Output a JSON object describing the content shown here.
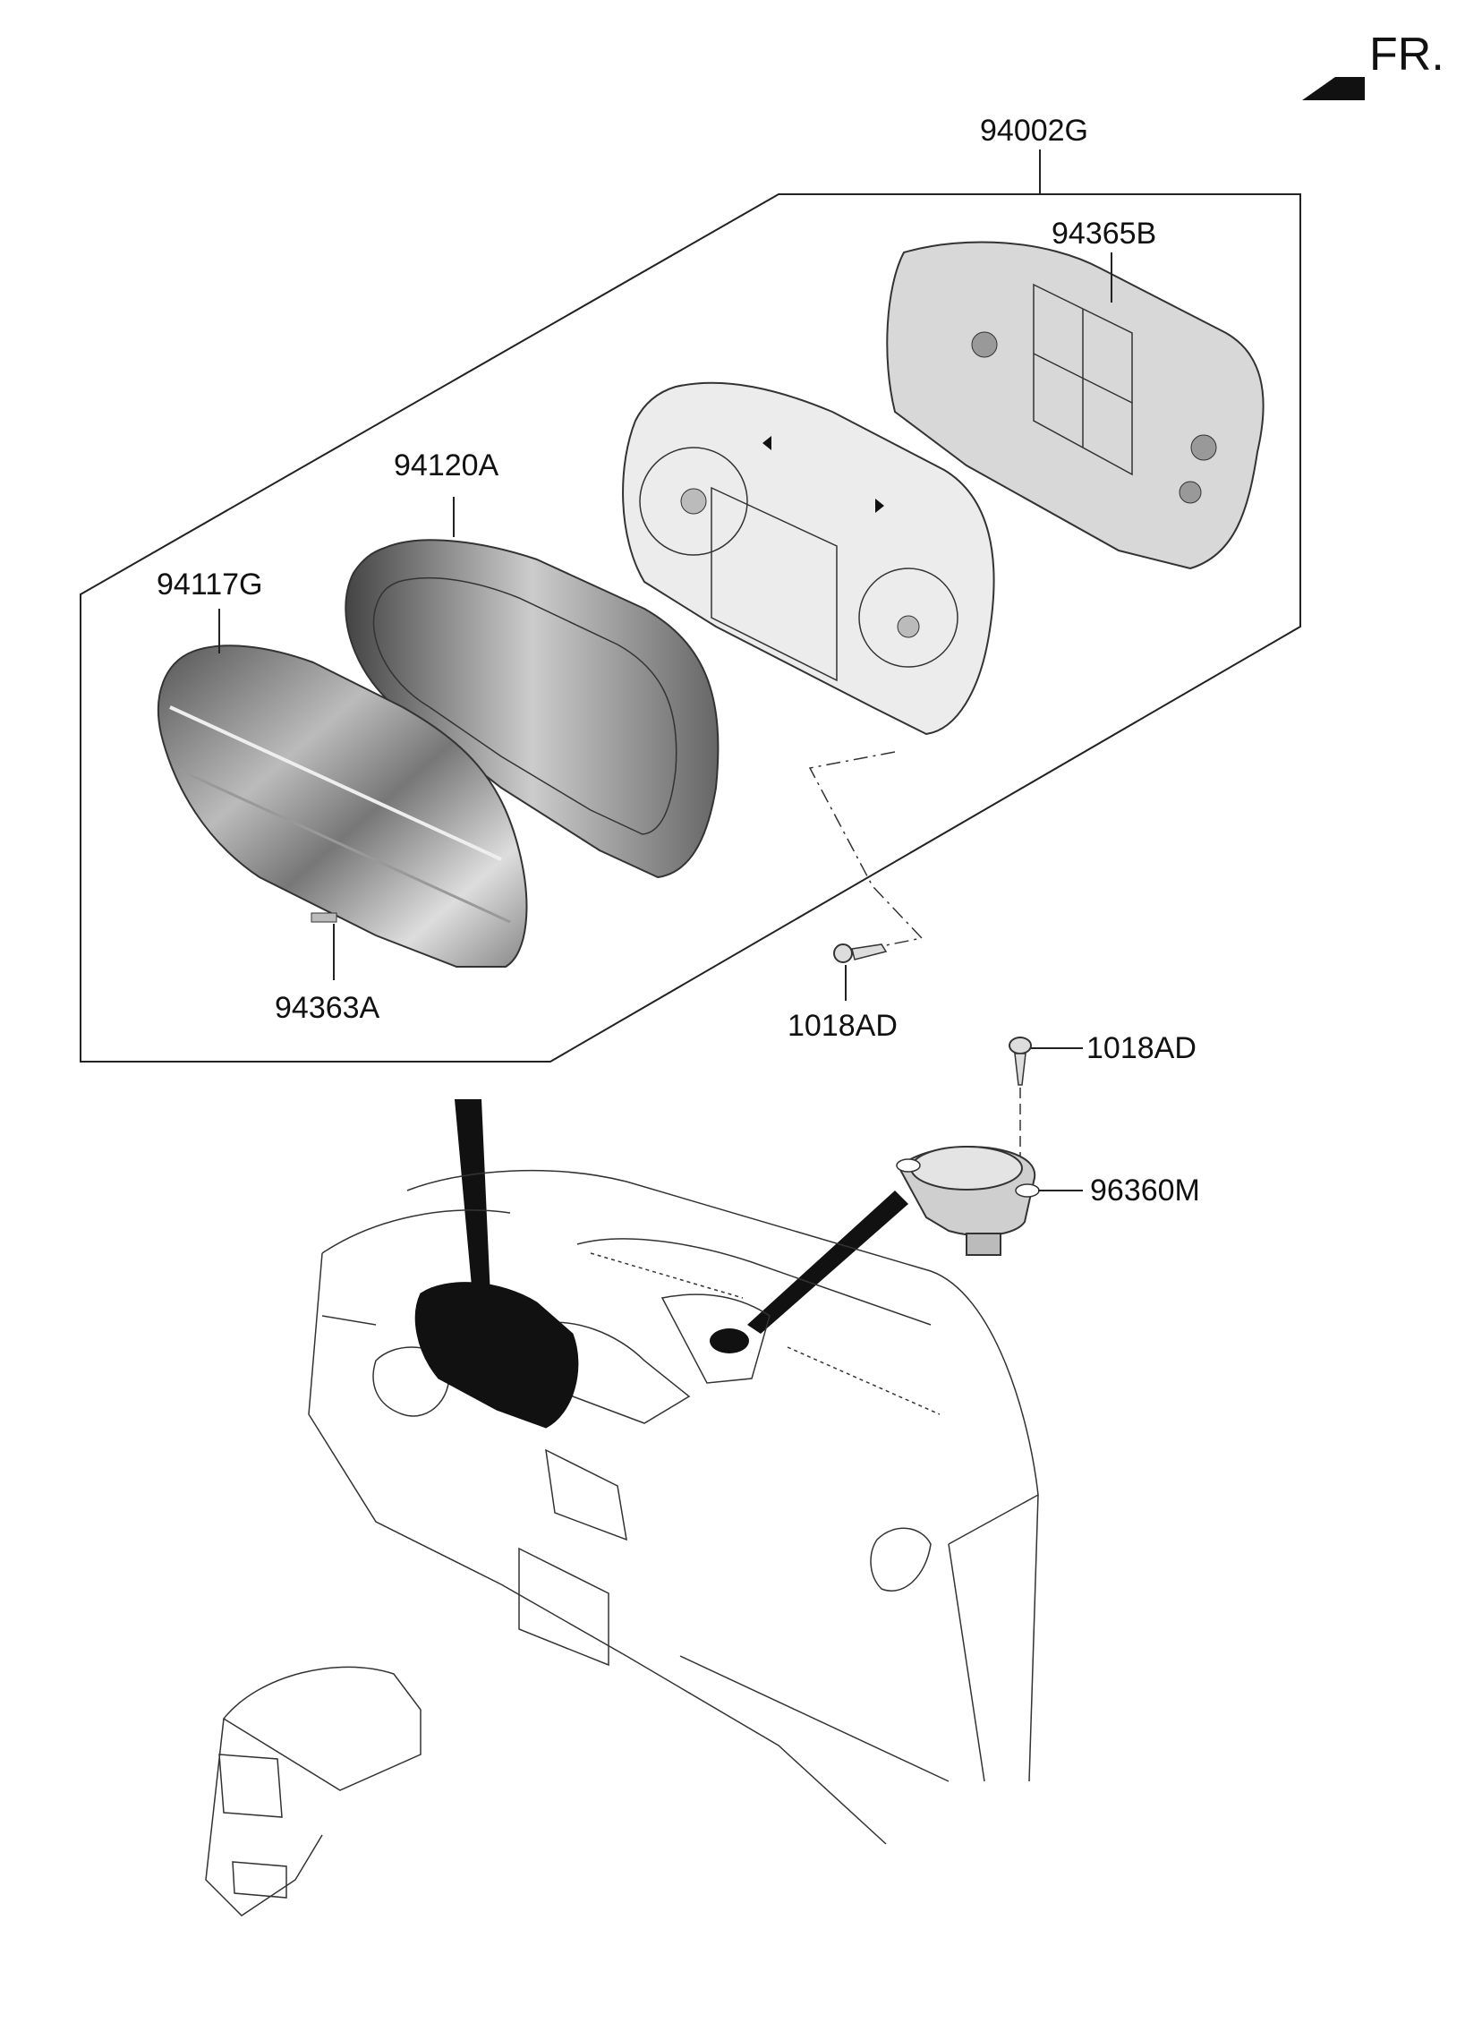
{
  "direction_marker": {
    "label": "FR."
  },
  "parts": {
    "cluster_assembly": "94002G",
    "rear_cover": "94365B",
    "mask": "94120A",
    "window_glass": "94117G",
    "clip": "94363A",
    "screw_cluster": "1018AD",
    "screw_speaker": "1018AD",
    "speaker": "96360M"
  }
}
